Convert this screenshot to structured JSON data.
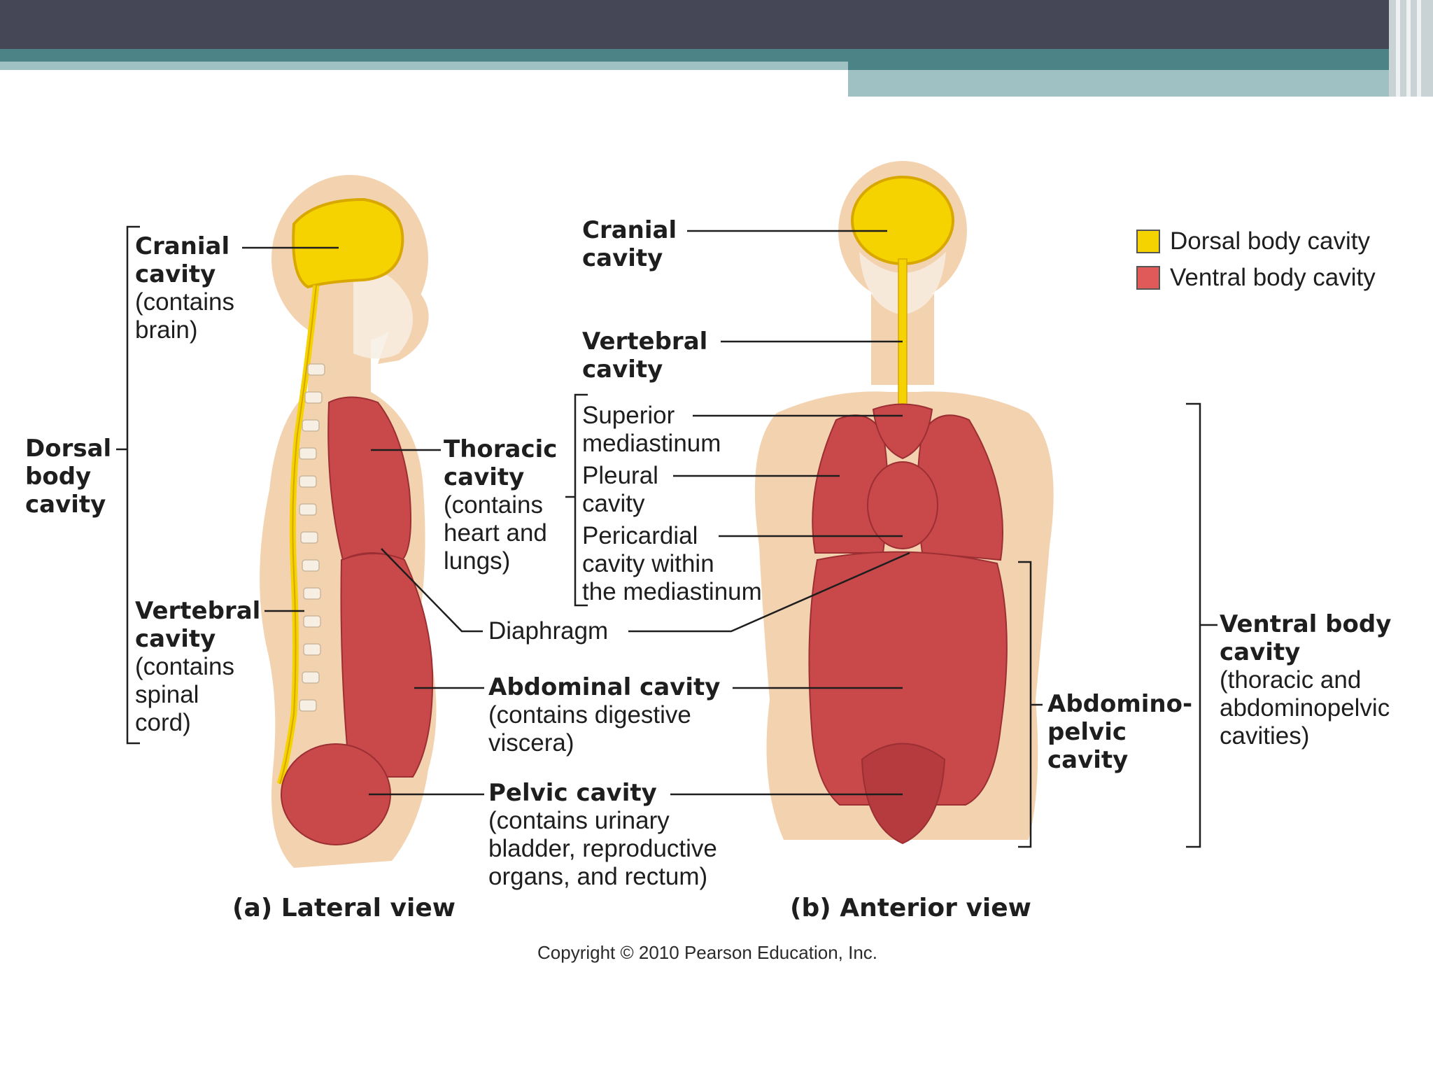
{
  "colors": {
    "header_dark": "#454656",
    "header_teal": "#4c8386",
    "header_light": "#9fc1c4",
    "dorsal": "#f5d300",
    "ventral": "#e05a5a",
    "skin": "#f3d2b0",
    "organ": "#c9484a"
  },
  "legend": {
    "dorsal": "Dorsal body cavity",
    "ventral": "Ventral body cavity"
  },
  "lateral": {
    "cranial": {
      "title": [
        "Cranial",
        "cavity"
      ],
      "detail": [
        "(contains",
        "brain)"
      ]
    },
    "dorsal": {
      "title": [
        "Dorsal",
        "body",
        "cavity"
      ]
    },
    "vertebral": {
      "title": [
        "Vertebral",
        "cavity"
      ],
      "detail": [
        "(contains",
        "spinal",
        "cord)"
      ]
    },
    "thoracic": {
      "title": [
        "Thoracic",
        "cavity"
      ],
      "detail": [
        "(contains",
        "heart and",
        "lungs)"
      ]
    },
    "caption": "(a) Lateral view"
  },
  "center": {
    "diaphragm": "Diaphragm",
    "abdominal": {
      "title": "Abdominal cavity",
      "detail": [
        "(contains digestive",
        "viscera)"
      ]
    },
    "pelvic": {
      "title": "Pelvic cavity",
      "detail": [
        "(contains urinary",
        "bladder, reproductive",
        "organs, and rectum)"
      ]
    }
  },
  "anterior": {
    "cranial": {
      "title": [
        "Cranial",
        "cavity"
      ]
    },
    "vertebral": {
      "title": [
        "Vertebral",
        "cavity"
      ]
    },
    "superior_mediastinum": [
      "Superior",
      "mediastinum"
    ],
    "pleural": [
      "Pleural",
      "cavity"
    ],
    "pericardial": [
      "Pericardial",
      "cavity within",
      "the mediastinum"
    ],
    "abdominopelvic": {
      "title": [
        "Abdomino-",
        "pelvic",
        "cavity"
      ]
    },
    "ventral": {
      "title": [
        "Ventral body",
        "cavity"
      ],
      "detail": [
        "(thoracic and",
        "abdominopelvic",
        "cavities)"
      ]
    },
    "caption": "(b) Anterior view"
  },
  "copyright": "Copyright © 2010 Pearson Education, Inc."
}
